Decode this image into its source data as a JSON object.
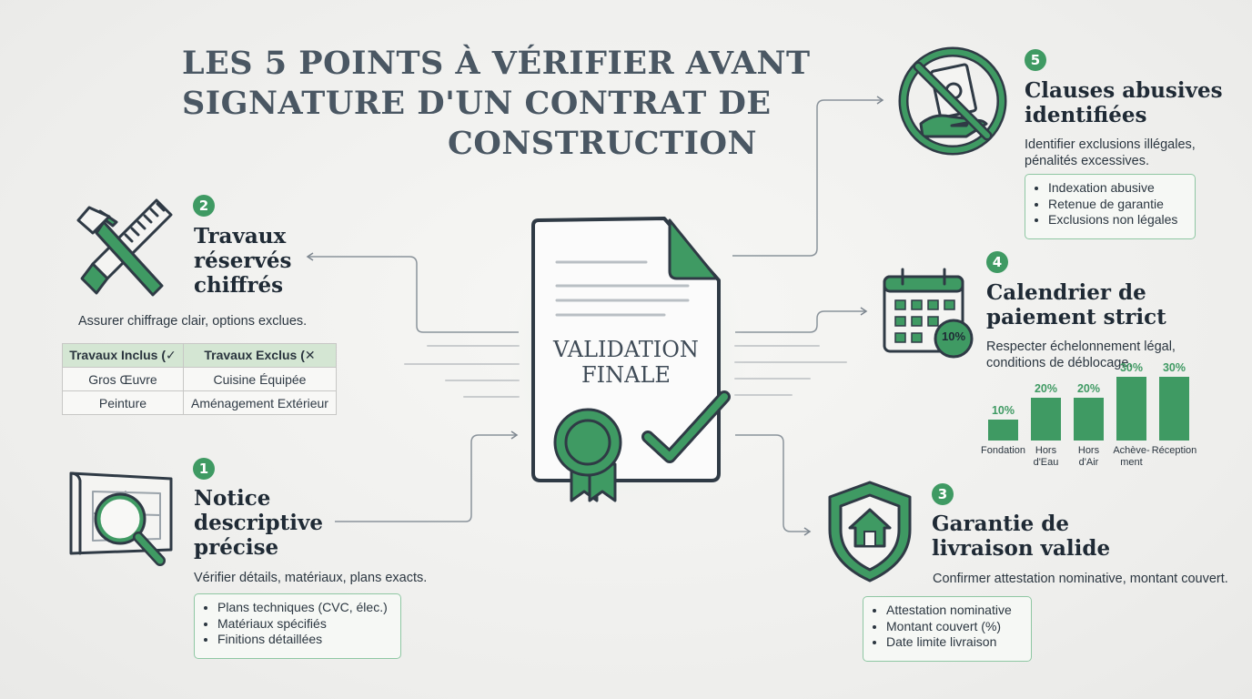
{
  "title": {
    "line1": "LES 5 POINTS À VÉRIFIER AVANT",
    "line2": "SIGNATURE D'UN CONTRAT DE",
    "line3": "CONSTRUCTION"
  },
  "center": {
    "line1": "VALIDATION",
    "line2": "FINALE"
  },
  "points": {
    "p1": {
      "number": "1",
      "heading": [
        "Notice",
        "descriptive",
        "précise"
      ],
      "description": "Vérifier détails, matériaux, plans exacts.",
      "items": [
        "Plans techniques (CVC, élec.)",
        "Matériaux spécifiés",
        "Finitions détaillées"
      ],
      "icon": "magnifier-plan-icon"
    },
    "p2": {
      "number": "2",
      "heading": [
        "Travaux",
        "réservés",
        "chiffrés"
      ],
      "description": "Assurer chiffrage clair, options exclues.",
      "table": {
        "headers": [
          "Travaux Inclus (✓",
          "Travaux Exclus (✕"
        ],
        "rows": [
          [
            "Gros Œuvre",
            "Cuisine Équipée"
          ],
          [
            "Peinture",
            "Aménagement Extérieur"
          ]
        ]
      },
      "icon": "hammer-saw-icon"
    },
    "p3": {
      "number": "3",
      "heading": [
        "Garantie de",
        "livraison valide"
      ],
      "description": "Confirmer attestation nominative, montant couvert.",
      "items": [
        "Attestation nominative",
        "Montant couvert (%)",
        "Date limite livraison"
      ],
      "icon": "shield-house-icon"
    },
    "p4": {
      "number": "4",
      "heading": [
        "Calendrier de",
        "paiement strict"
      ],
      "description": [
        "Respecter échelonnement légal,",
        "conditions de déblocage."
      ],
      "icon": "calendar-percent-icon",
      "icon_text": "10%"
    },
    "p5": {
      "number": "5",
      "heading": [
        "Clauses abusives",
        "identifiées"
      ],
      "description": [
        "Identifier exclusions illégales,",
        "pénalités excessives."
      ],
      "items": [
        "Indexation abusive",
        "Retenue de garantie",
        "Exclusions non légales"
      ],
      "icon": "no-money-icon"
    }
  },
  "chart_data": {
    "type": "bar",
    "categories": [
      [
        "Fondation"
      ],
      [
        "Hors",
        "d'Eau"
      ],
      [
        "Hors",
        "d'Air"
      ],
      [
        "Achève-",
        "ment"
      ],
      [
        "Réception"
      ]
    ],
    "values": [
      10,
      20,
      20,
      30,
      30
    ],
    "value_labels": [
      "10%",
      "20%",
      "20%",
      "30%",
      "30%"
    ],
    "ylim": [
      0,
      30
    ],
    "color": "#3f9a63"
  },
  "colors": {
    "accent": "#3f9a63",
    "text": "#2f3a45",
    "title": "#4a5763"
  }
}
